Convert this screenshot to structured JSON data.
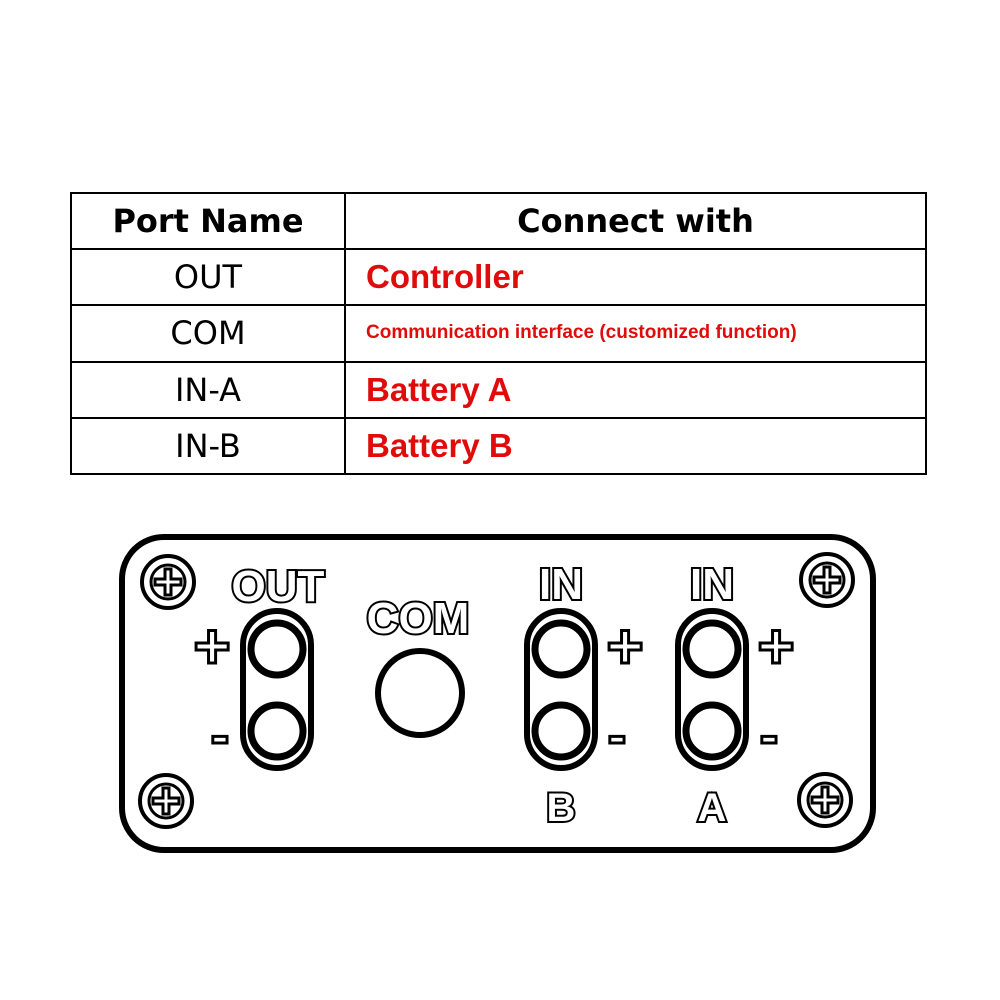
{
  "table": {
    "headers": {
      "port": "Port Name",
      "connect": "Connect with"
    },
    "rows": [
      {
        "port": "OUT",
        "connect": "Controller"
      },
      {
        "port": "COM",
        "connect": "Communication interface (customized function)"
      },
      {
        "port": "IN-A",
        "connect": "Battery A"
      },
      {
        "port": "IN-B",
        "connect": "Battery B"
      }
    ]
  },
  "panel": {
    "out_label": "OUT",
    "com_label": "COM",
    "in_b_label": "IN",
    "in_a_label": "IN",
    "b_label": "B",
    "a_label": "A",
    "plus": "+",
    "minus": "-"
  },
  "colors": {
    "connect_text": "#e00b0b",
    "line": "#000000"
  }
}
